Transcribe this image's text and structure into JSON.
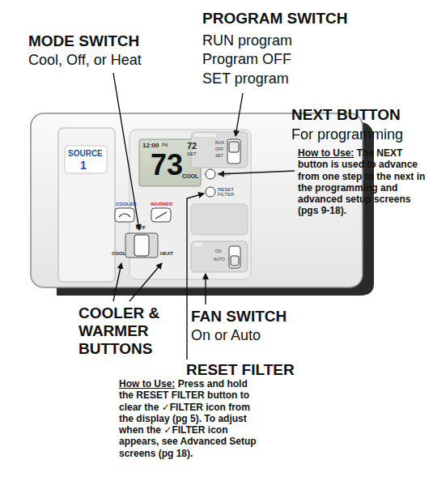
{
  "diagram": {
    "labels": [
      "PROGRAM SWITCH",
      "RUN program",
      "Program OFF",
      "SET program",
      "MODE SWITCH",
      "Cool, Off, or Heat",
      "NEXT BUTTON",
      "For programming",
      "How to Use:",
      "The NEXT button is used to advance from one step to the next in the programming and advanced setup screens (pgs 9-18).",
      "12:00",
      "PM",
      "73",
      "72",
      "SET",
      "COOL",
      "SOURCE",
      "1",
      "COOLER",
      "WARMER",
      "OFF",
      "COOL",
      "HEAT",
      "PROGRAM",
      "RUN",
      "OFF",
      "SET",
      "NEXT",
      "RESET FILTER",
      "FAN",
      "ON",
      "AUTO",
      "COOLER & WARMER BUTTONS",
      "FAN SWITCH",
      "On or Auto",
      "RESET FILTER",
      "How to Use:",
      "Press and hold the RESET FILTER button to clear the ✓FILTER icon from the display (pg 5). To adjust when the ✓FILTER icon appears, see Advanced Setup screens (pg 18)."
    ]
  }
}
